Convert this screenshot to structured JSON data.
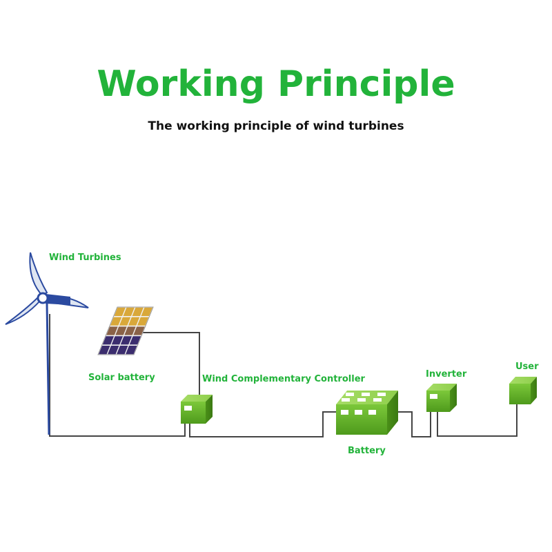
{
  "header": {
    "title": "Working Principle",
    "subtitle": "The working principle of wind turbines"
  },
  "labels": {
    "wind_turbines": "Wind Turbines",
    "solar_battery": "Solar battery",
    "controller": "Wind Complementary Controller",
    "battery": "Battery",
    "inverter": "Inverter",
    "user": "User"
  },
  "colors": {
    "accent_green": "#22b33a",
    "device_green": "#6fbf2a",
    "wire": "#444444",
    "turbine_blue": "#2b4aa0"
  },
  "icons": [
    "wind-turbine-icon",
    "solar-panel-icon",
    "controller-box-icon",
    "battery-icon",
    "inverter-box-icon",
    "user-box-icon"
  ]
}
